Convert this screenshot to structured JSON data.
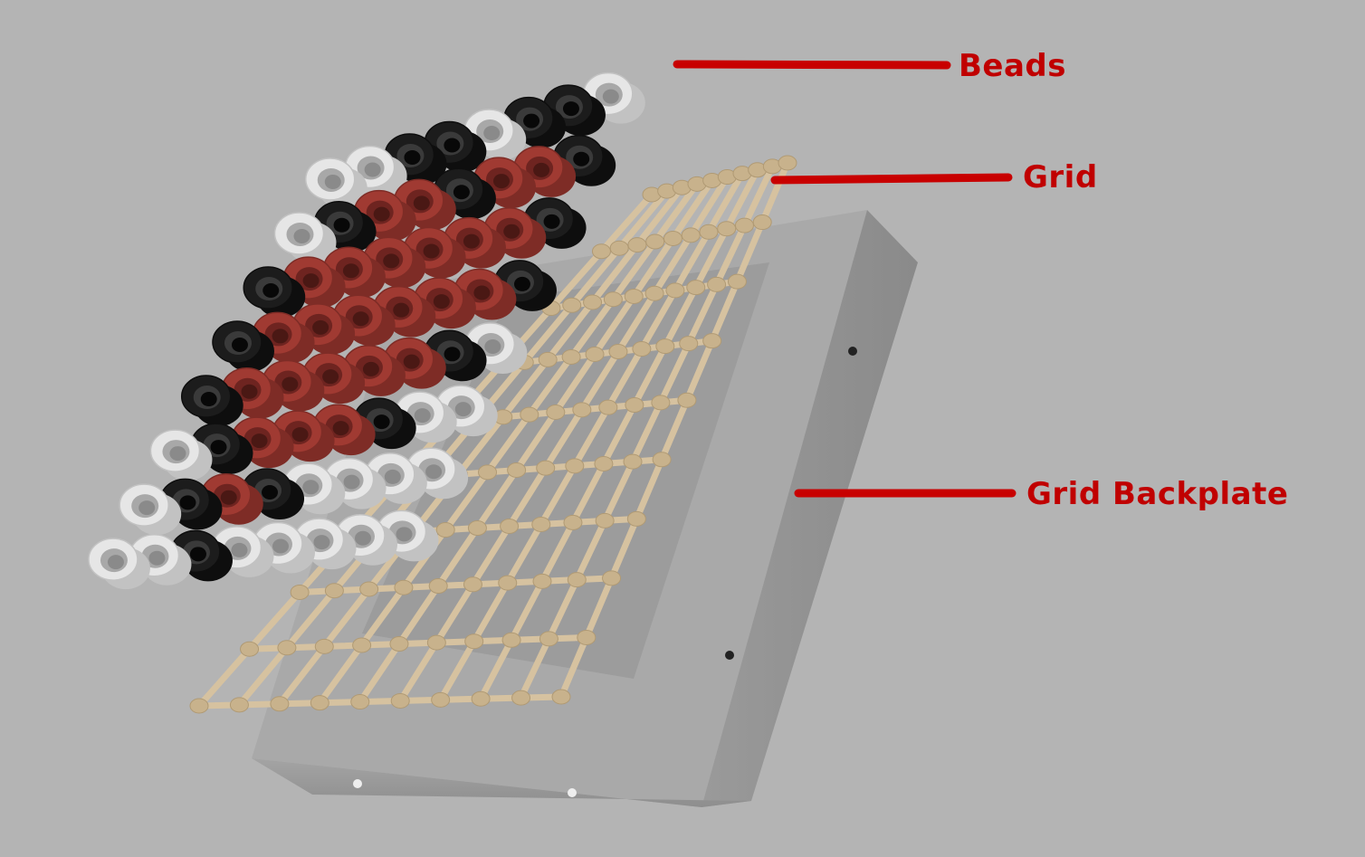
{
  "labels": {
    "beads": "Beads",
    "grid": "Grid",
    "backplate": "Grid Backplate"
  },
  "colors": {
    "background": "#b4b4b4",
    "label": "#c00000",
    "leader": "#c80000",
    "bead_white": "#e6e6e6",
    "bead_black": "#1c1c1c",
    "bead_red": "#a03a32",
    "grid": "#d6c2a0",
    "backplate": "#a9a9a9"
  },
  "bead_pattern": {
    "legend": {
      "W": "white",
      "B": "black",
      "R": "red"
    },
    "rows": [
      "WWBBWBBW",
      "WBRRBRRB",
      "BRRRRRRB",
      "BRRRRRRB",
      "BRRRRRBW",
      "WBRRRBWW",
      "WBRBWWWW",
      "WWBWWWWW"
    ]
  }
}
